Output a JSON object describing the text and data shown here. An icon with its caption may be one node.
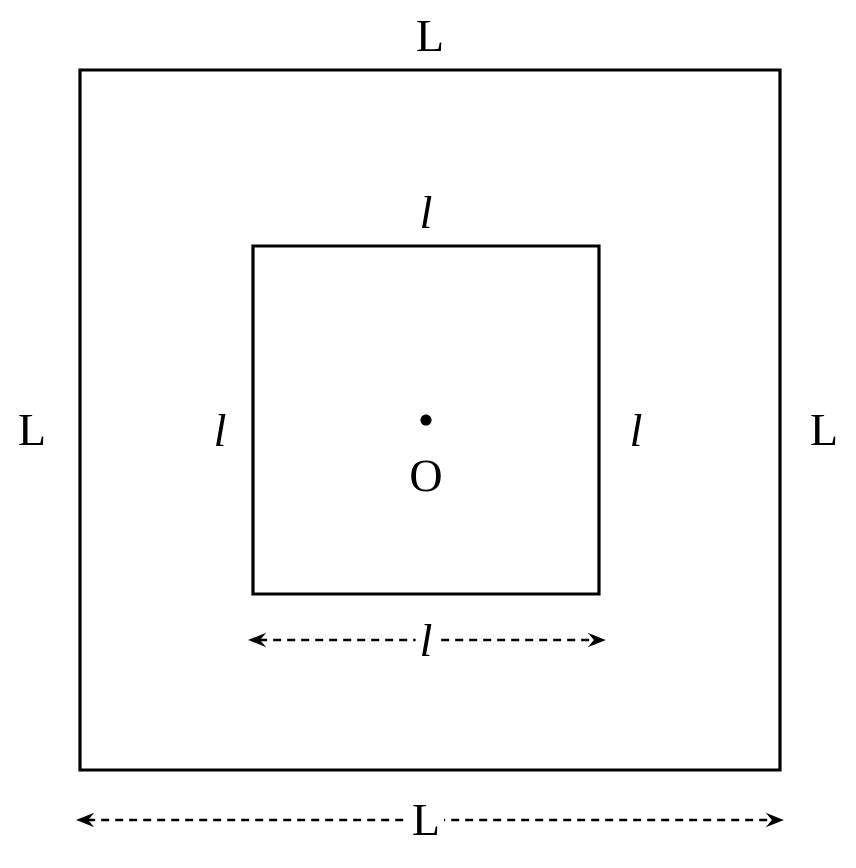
{
  "diagram": {
    "nodes": [
      {
        "text": [],
        "shape": "box"
      },
      {
        "text": [],
        "shape": "box",
        "in": 0
      }
    ],
    "edges": [],
    "labels": [
      "L",
      "l",
      "L",
      "l",
      "O",
      "l",
      "L",
      "l",
      "L"
    ]
  }
}
